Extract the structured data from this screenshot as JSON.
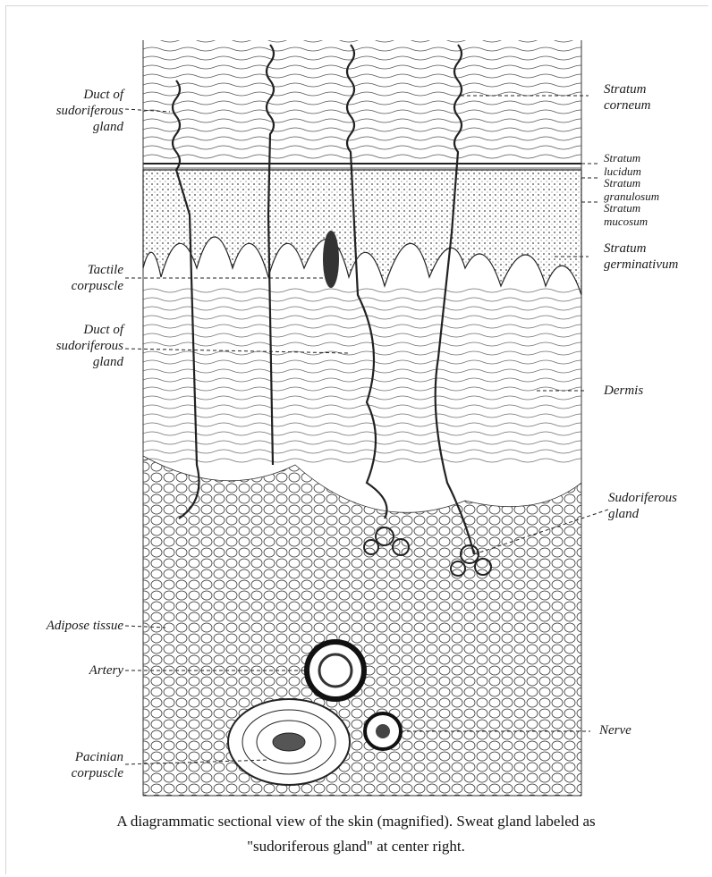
{
  "figure": {
    "labels_left": {
      "duct_top": "Duct of\nsudoriferous\ngland",
      "tactile": "Tactile\ncorpuscle",
      "duct_mid": "Duct of\nsudoriferous\ngland",
      "adipose": "Adipose tissue",
      "artery": "Artery",
      "pacinian": "Pacinian\ncorpuscle"
    },
    "labels_right": {
      "corneum": "Stratum\ncorneum",
      "lucidum": "Stratum\nlucidum",
      "granulosum": "Stratum\ngranulosum",
      "mucosum": "Stratum\nmucosum",
      "germinativum": "Stratum\ngerminativum",
      "dermis": "Dermis",
      "sudoriferous": "Sudoriferous\ngland",
      "nerve": "Nerve"
    }
  },
  "caption": {
    "line1": "A diagrammatic sectional view of the skin (magnified). Sweat gland labeled as",
    "line2": "\"sudoriferous gland\" at center right."
  }
}
